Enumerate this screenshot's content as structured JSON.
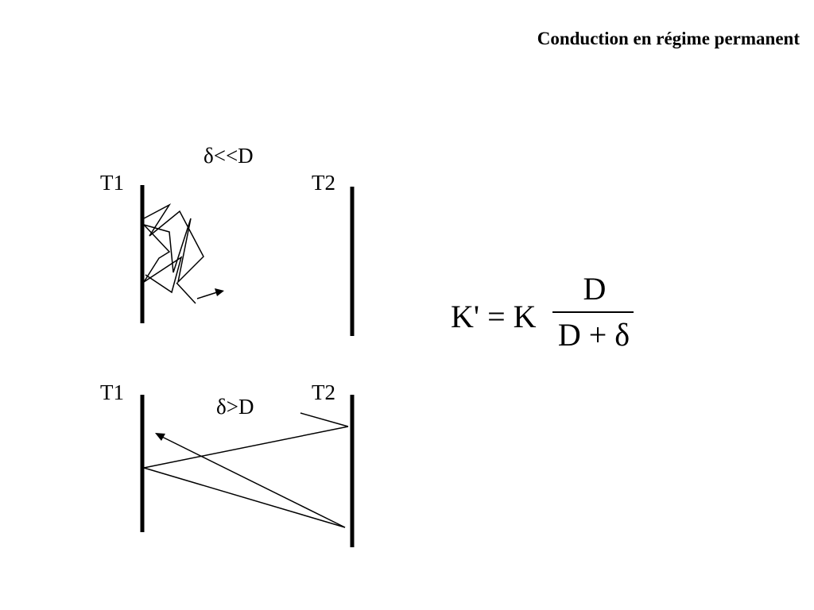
{
  "slide": {
    "title": "Conduction en régime permanent"
  },
  "top_panel": {
    "condition": "δ<<D",
    "left_wall_label": "T1",
    "right_wall_label": "T2"
  },
  "bottom_panel": {
    "condition": "δ>D",
    "left_wall_label": "T1",
    "right_wall_label": "T2"
  },
  "formula": {
    "lhs": "K' = K",
    "numerator": "D",
    "denominator": "D + δ"
  },
  "colors": {
    "ink": "#000000",
    "background": "#ffffff"
  }
}
